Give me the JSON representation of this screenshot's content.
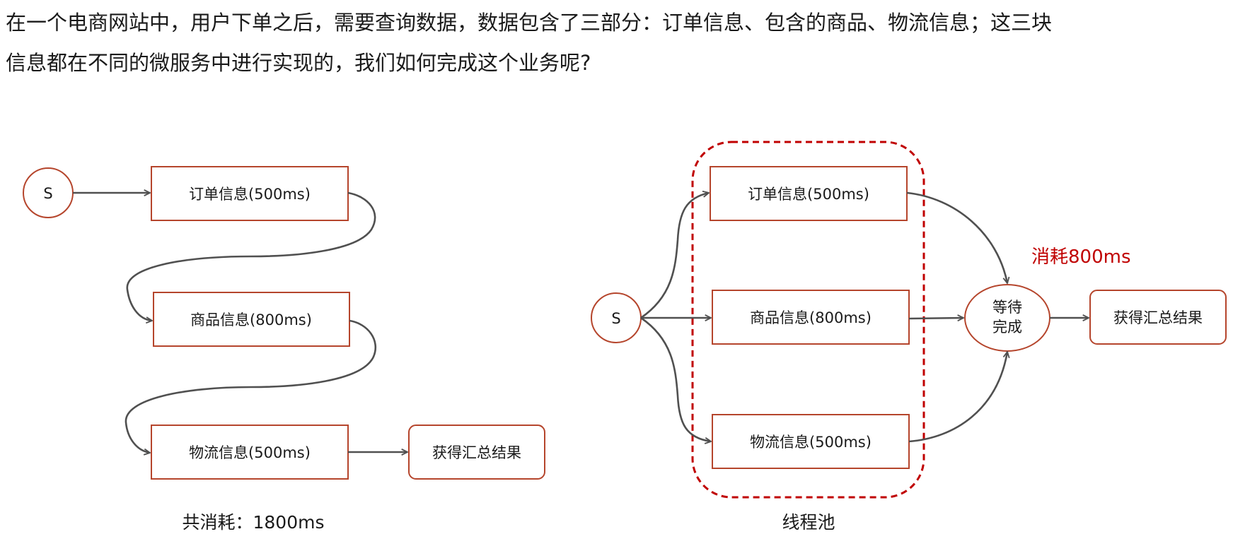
{
  "intro": {
    "line1": "在一个电商网站中，用户下单之后，需要查询数据，数据包含了三部分：订单信息、包含的商品、物流信息；这三块",
    "line2": "信息都在不同的微服务中进行实现的，我们如何完成这个业务呢?"
  },
  "serial": {
    "start": "S",
    "order": "订单信息(500ms)",
    "goods": "商品信息(800ms)",
    "logistics": "物流信息(500ms)",
    "result": "获得汇总结果",
    "total": "共消耗：1800ms"
  },
  "parallel": {
    "start": "S",
    "order": "订单信息(500ms)",
    "goods": "商品信息(800ms)",
    "logistics": "物流信息(500ms)",
    "wait_line1": "等待",
    "wait_line2": "完成",
    "result": "获得汇总结果",
    "cost": "消耗800ms",
    "pool_label": "线程池"
  },
  "colors": {
    "node_border": "#b5452c",
    "edge": "#505050",
    "pool_border": "#c00000",
    "cost_text": "#c00000"
  }
}
